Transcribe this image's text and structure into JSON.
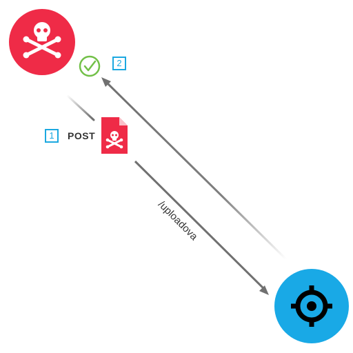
{
  "diagram": {
    "step1": "1",
    "step2": "2",
    "method": "POST",
    "endpoint": "/uploadova"
  },
  "colors": {
    "attacker": "#ef2b47",
    "target": "#19a9e6",
    "check": "#72c048",
    "step_accent": "#1ba8e0",
    "arrow": "#707070"
  },
  "icons": {
    "attacker": "skull-crossbones-icon",
    "payload": "malicious-file-icon",
    "success": "check-circle-icon",
    "target": "crosshair-target-icon"
  }
}
